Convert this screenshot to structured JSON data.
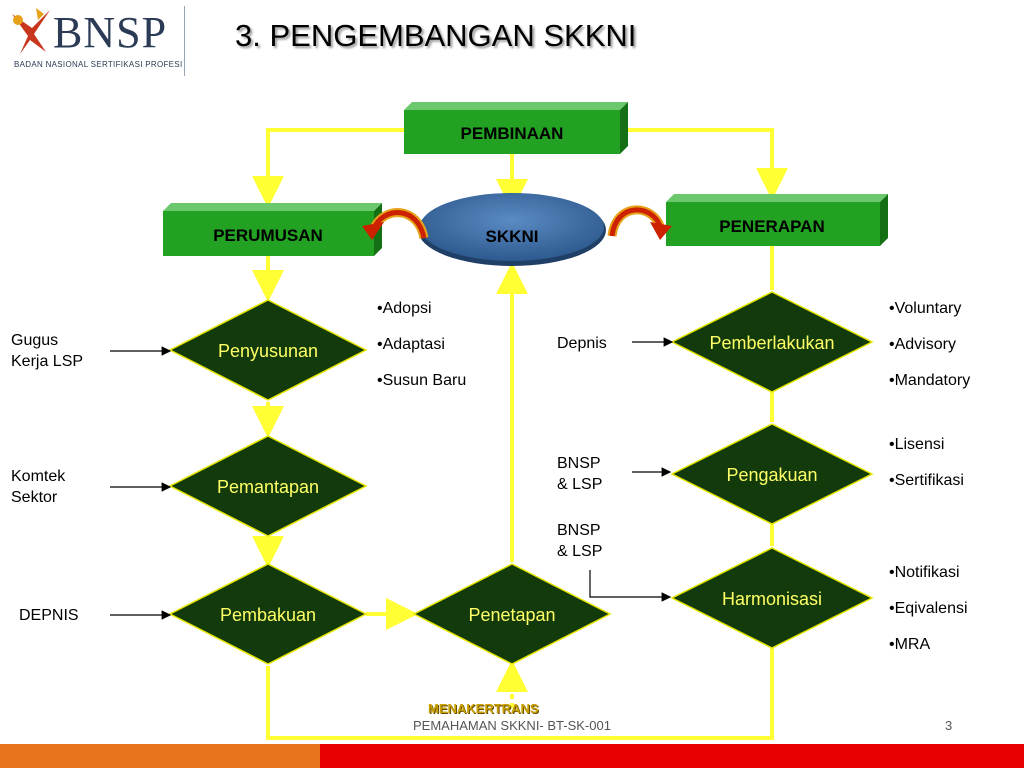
{
  "header": {
    "logo_text": "BNSP",
    "logo_subtitle": "BADAN NASIONAL SERTIFIKASI PROFESI",
    "title": "3.  PENGEMBANGAN  SKKNI"
  },
  "diagram": {
    "top_box": "PEMBINAAN",
    "center_oval": "SKKNI",
    "left_box": "PERUMUSAN",
    "right_box": "PENERAPAN",
    "left_steps": [
      "Penyusunan",
      "Pemantapan",
      "Pembakuan"
    ],
    "center_step": "Penetapan",
    "right_steps": [
      "Pemberlakukan",
      "Pengakuan",
      "Harmonisasi"
    ],
    "left_inputs": [
      {
        "line1": "Gugus",
        "line2": "Kerja LSP"
      },
      {
        "line1": "Komtek",
        "line2": "Sektor"
      },
      {
        "line1": "DEPNIS",
        "line2": ""
      }
    ],
    "right_inputs": [
      {
        "line1": "Depnis",
        "line2": ""
      },
      {
        "line1": "BNSP",
        "line2": "& LSP"
      },
      {
        "line1": "BNSP",
        "line2": "& LSP"
      }
    ],
    "bullets_penyusunan": [
      "•Adopsi",
      "•Adaptasi",
      "•Susun Baru"
    ],
    "bullets_pemberlakukan": [
      "•Voluntary",
      "•Advisory",
      "•Mandatory"
    ],
    "bullets_pengakuan": [
      "•Lisensi",
      "•Sertifikasi"
    ],
    "bullets_harmonisasi": [
      "•Notifikasi",
      "•Eqivalensi",
      "•MRA"
    ],
    "bottom_label": "MENAKERTRANS"
  },
  "footer": {
    "text": "PEMAHAMAN SKKNI- BT-SK-001",
    "page": "3"
  },
  "colors": {
    "box_green": "#22a122",
    "diamond_fill": "#133a0a",
    "diamond_stroke": "#e6e600",
    "connector_yellow": "#ffff33",
    "oval_blue": "#3b6aa0",
    "footer_orange": "#e8741e",
    "footer_red": "#e60000",
    "arrow_red": "#cc2200"
  }
}
